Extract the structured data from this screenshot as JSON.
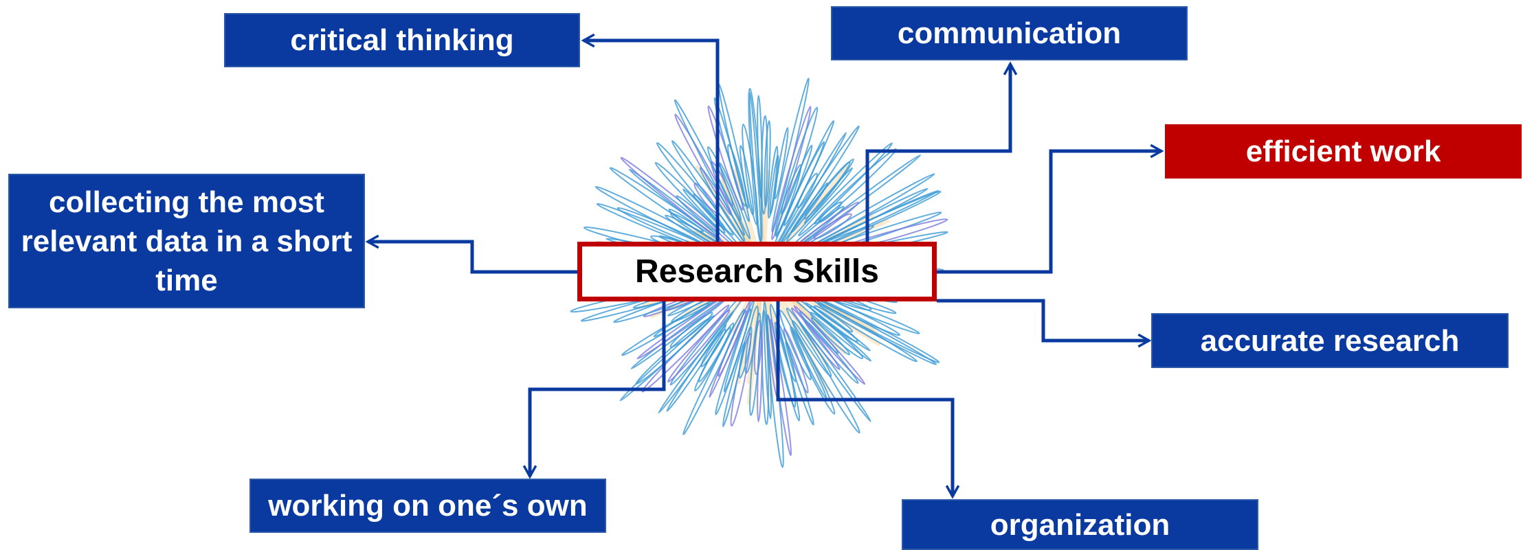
{
  "center": {
    "label": "Research Skills"
  },
  "skills": [
    {
      "id": "critical-thinking",
      "label": "critical thinking"
    },
    {
      "id": "communication",
      "label": "communication"
    },
    {
      "id": "efficient-work",
      "label": "efficient work"
    },
    {
      "id": "collecting-data",
      "label": "collecting the most relevant data in a short time"
    },
    {
      "id": "accurate-research",
      "label": "accurate research"
    },
    {
      "id": "working-alone",
      "label": "working on one´s own"
    },
    {
      "id": "organization",
      "label": "organization"
    }
  ],
  "colors": {
    "box_fill": "#0a3aa0",
    "highlight_fill": "#c00000",
    "connector": "#0a3aa0",
    "center_border": "#c00000",
    "burst_blue": "#3a9ad6",
    "burst_orange": "#f6d9a8"
  }
}
